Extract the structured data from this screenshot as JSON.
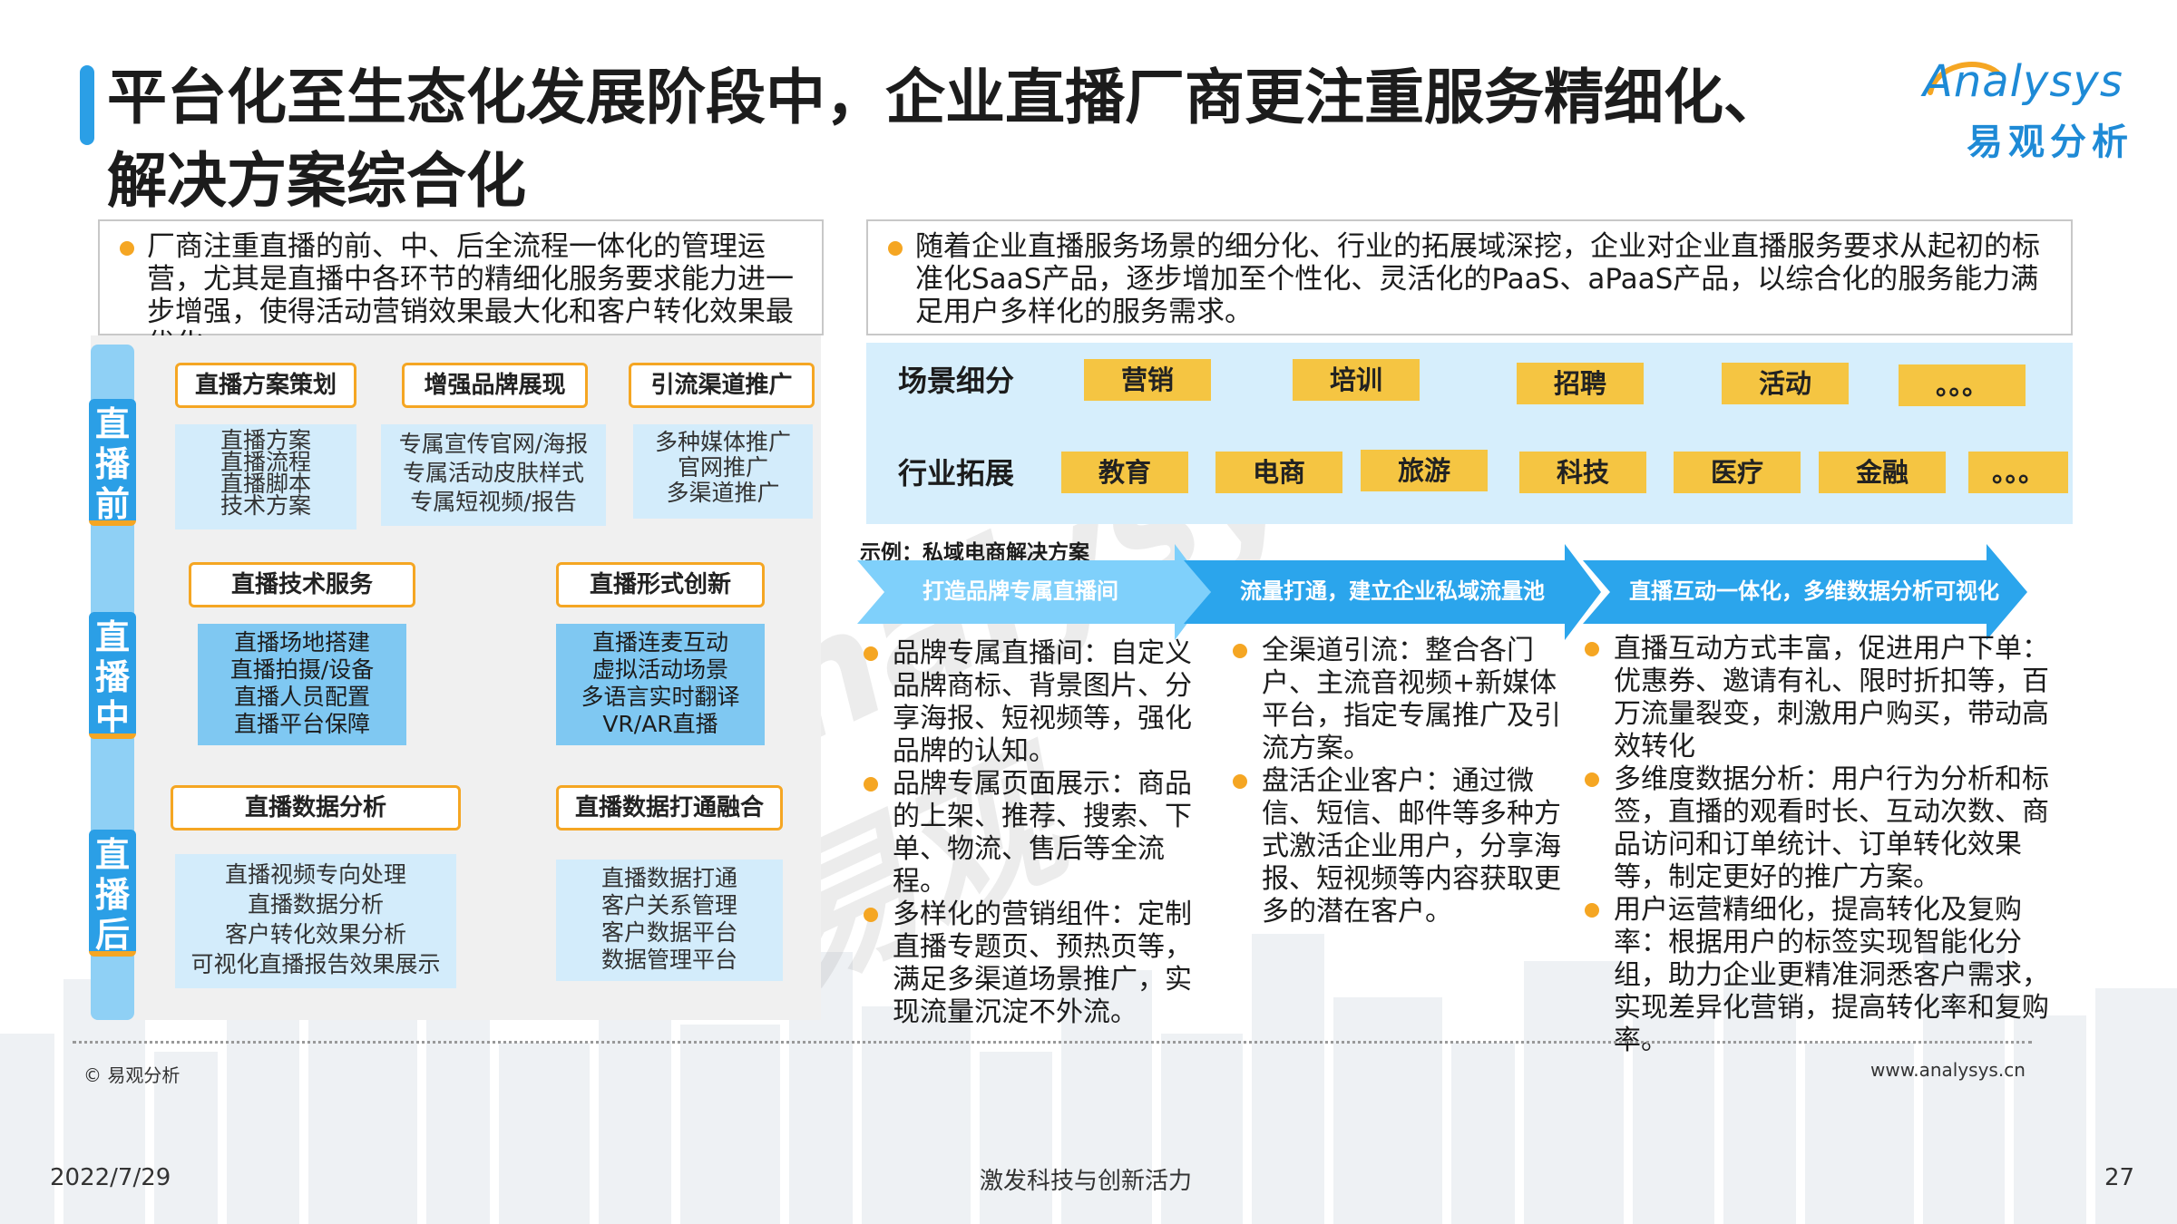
{
  "title": {
    "line1": "平台化至生态化发展阶段中，企业直播厂商更注重服务精细化、",
    "line2": "解决方案综合化"
  },
  "logo": {
    "en": "nalysys",
    "en_lead": "A",
    "cn": "易观分析"
  },
  "watermark": "analysys 易观",
  "intro_left": "厂商注重直播的前、中、后全流程一体化的管理运营，尤其是直播中各环节的精细化服务要求能力进一步增强，使得活动营销效果最大化和客户转化效果最优化。",
  "intro_right": "随着企业直播服务场景的细分化、行业的拓展域深挖，企业对企业直播服务要求从起初的标准化SaaS产品，逐步增加至个性化、灵活化的PaaS、aPaaS产品，以综合化的服务能力满足用户多样化的服务需求。",
  "stages": {
    "pre": "直播前",
    "mid": "直播中",
    "post": "直播后"
  },
  "pre": {
    "cat1": "直播方案策划",
    "cat1_items": [
      "直播方案",
      "直播流程",
      "直播脚本",
      "技术方案"
    ],
    "cat2": "增强品牌展现",
    "cat2_items": [
      "专属宣传官网/海报",
      "专属活动皮肤样式",
      "专属短视频/报告"
    ],
    "cat3": "引流渠道推广",
    "cat3_items": [
      "多种媒体推广",
      "官网推广",
      "多渠道推广"
    ]
  },
  "mid": {
    "cat1": "直播技术服务",
    "cat1_items": [
      "直播场地搭建",
      "直播拍摄/设备",
      "直播人员配置",
      "直播平台保障"
    ],
    "cat2": "直播形式创新",
    "cat2_items": [
      "直播连麦互动",
      "虚拟活动场景",
      "多语言实时翻译",
      "VR/AR直播"
    ]
  },
  "post": {
    "cat1": "直播数据分析",
    "cat1_items": [
      "直播视频专向处理",
      "直播数据分析",
      "客户转化效果分析",
      "可视化直播报告效果展示"
    ],
    "cat2": "直播数据打通融合",
    "cat2_items": [
      "直播数据打通",
      "客户关系管理",
      "客户数据平台",
      "数据管理平台"
    ]
  },
  "scenes": {
    "label": "场景细分",
    "chips": [
      "营销",
      "培训",
      "招聘",
      "活动",
      "。。。"
    ]
  },
  "industries": {
    "label": "行业拓展",
    "chips": [
      "教育",
      "电商",
      "旅游",
      "科技",
      "医疗",
      "金融",
      "。。。"
    ]
  },
  "example_label": "示例：私域电商解决方案",
  "arrows": [
    "打造品牌专属直播间",
    "流量打通，建立企业私域流量池",
    "直播互动一体化，多维数据分析可视化"
  ],
  "col1": [
    "品牌专属直播间：自定义品牌商标、背景图片、分享海报、短视频等，强化品牌的认知。",
    "品牌专属页面展示：商品的上架、推荐、搜索、下单、物流、售后等全流程。",
    "多样化的营销组件：定制直播专题页、预热页等，满足多渠道场景推广，实现流量沉淀不外流。"
  ],
  "col2": [
    "全渠道引流：整合各门户、主流音视频+新媒体平台，指定专属推广及引流方案。",
    "盘活企业客户：通过微信、短信、邮件等多种方式激活企业用户，分享海报、短视频等内容获取更多的潜在客户。"
  ],
  "col3": [
    "直播互动方式丰富，促进用户下单：优惠券、邀请有礼、限时折扣等，百万流量裂变，刺激用户购买，带动高效转化",
    "多维度数据分析：用户行为分析和标签，直播的观看时长、互动次数、商品访问和订单统计、订单转化效果等，制定更好的推广方案。",
    "用户运营精细化，提高转化及复购率：根据用户的标签实现智能化分组，助力企业更精准洞悉客户需求，实现差异化营销，提高转化率和复购率。"
  ],
  "footer": {
    "copyright": "© 易观分析",
    "site": "www.analysys.cn",
    "date": "2022/7/29",
    "slogan": "激发科技与创新活力",
    "page": "27"
  },
  "colors": {
    "accent_blue": "#2b9fe6",
    "accent_orange": "#f5a623",
    "chip_yellow": "#f5c542",
    "light_blue": "#d6eefc"
  }
}
